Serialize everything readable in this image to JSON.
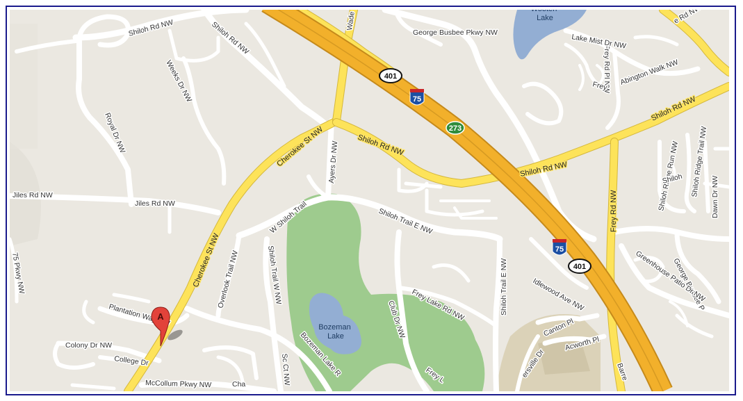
{
  "map": {
    "colors": {
      "background": "#ebe8e1",
      "park": "#9ecb8e",
      "water": "#93aed3",
      "campus": "#dbd2b8",
      "road_minor": "#ffffff",
      "road_major": "#fde35a",
      "highway": "#f2b02b",
      "frame_border": "#1a1a8c",
      "marker": "#e2423a"
    },
    "marker": {
      "label": "A"
    },
    "lakes": {
      "bozeman": "Bozeman\nLake",
      "wooten": "Wooten\nLake"
    },
    "shields": {
      "i75_a": "75",
      "i75_b": "75",
      "ga401_a": "401",
      "ga401_b": "401",
      "ga273": "273"
    },
    "roads": {
      "shiloh_rd_nw_1": "Shiloh Rd NW",
      "shiloh_rd_nw_2": "Shiloh Rd NW",
      "shiloh_rd_nw_3": "Shiloh Rd NW",
      "shiloh_rd_nw_4": "Shiloh Rd NW",
      "shiloh_rd_nw_5": "Shiloh Rd NW",
      "george_busbee": "George Busbee Pkwy NW",
      "george_busbee_e": "George Busbee P",
      "weeks_dr": "Weeks Dr NW",
      "royal_dr": "Royal Dr NW",
      "cherokee_1": "Cherokee St NW",
      "cherokee_2": "Cherokee St NW",
      "ayers_dr": "Ayers Dr NW",
      "jiles_rd_1": "Jiles Rd NW",
      "jiles_rd_2": "Jiles Rd NW",
      "w_shiloh_trail": "W Shiloh Trail",
      "shiloh_trail_e": "Shiloh Trail E NW",
      "shiloh_trail_e_v": "Shiloh Trail E NW",
      "overlook_trail": "Overlook Trail NW",
      "shiloh_trail_w": "Shiloh Trail W NW",
      "frey_lake_rd": "Frey Lake Rd NW",
      "club_dr": "Club Dr NW",
      "bozeman_lake_rd": "Bozeman Lake R",
      "plantation_way": "Plantation Way NW",
      "colony_dr": "Colony Dr NW",
      "college_dr": "College Dr",
      "mccollum": "McCollum Pkwy NW",
      "wade": "Wade",
      "frey_rd": "Frey Rd NW",
      "frey_rd_pl": "Frey Rd Pl NW",
      "frey_top": "Frey",
      "lake_mist": "Lake Mist Dr NW",
      "abington": "Abington Walk NW",
      "shiloh_ridge_run": "Shiloh Ridge Run NW",
      "shiloh_ridge_trail": "Shiloh Ridge Trail NW",
      "shiloh_small": "Shiloh",
      "dawn_dr": "Dawn Dr NW",
      "idlewood": "Idlewood Ave NW",
      "greenhouse": "Greenhouse Patio Dr NW",
      "canton_pl": "Canton Pl",
      "acworth_pl": "Acworth Pl",
      "barrett": "Barre",
      "kersville": "ersville Dr",
      "pkwy_75": "75 Pkwy NW",
      "ne_top": "e Rd NW",
      "cha": "Cha",
      "frey_lake_small": "Frey L",
      "sc_ct": "Sc Ct NW"
    }
  }
}
